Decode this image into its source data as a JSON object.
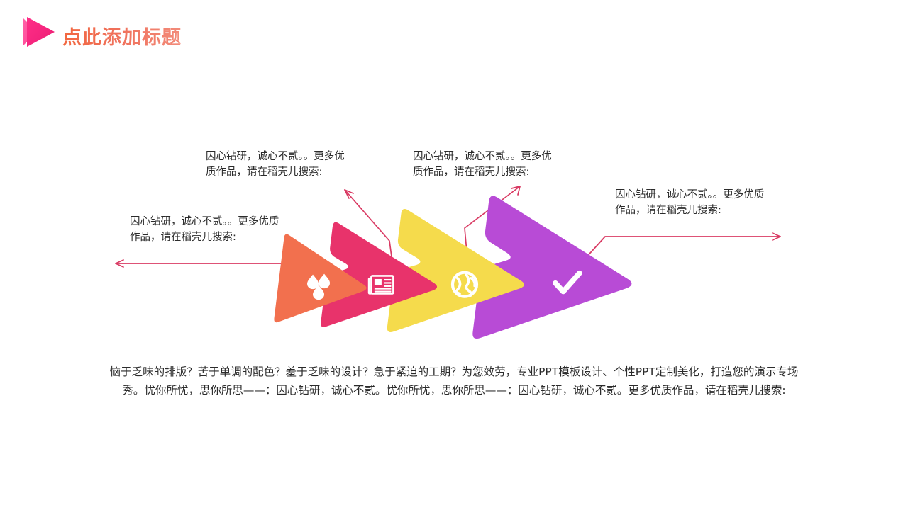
{
  "header": {
    "logo_icon": "play-triangle-icon",
    "title": "点此添加标题",
    "title_color": "#F2673F"
  },
  "diagram": {
    "type": "chevron-process-arrows",
    "steps": [
      {
        "index": 1,
        "color": "#F2704E",
        "icon": "water-drops-icon",
        "callout": "囚心钻研，诚心不贰。。更多优质作品，请在稻壳儿搜索:",
        "connector": "elbow-left-arrow"
      },
      {
        "index": 2,
        "color": "#E8336B",
        "icon": "newspaper-icon",
        "callout": "囚心钻研，诚心不贰。。更多优质作品，请在稻壳儿搜索:",
        "connector": "diagonal-up-left-arrow"
      },
      {
        "index": 3,
        "color": "#F5DB4C",
        "icon": "globe-icon",
        "callout": "囚心钻研，诚心不贰。。更多优质作品，请在稻壳儿搜索:",
        "connector": "elbow-up-right-arrow"
      },
      {
        "index": 4,
        "color": "#B84BD6",
        "icon": "check-icon",
        "callout": "囚心钻研，诚心不贰。。更多优质作品，请在稻壳儿搜索:",
        "connector": "elbow-right-arrow"
      }
    ],
    "connector_color": "#D93A63"
  },
  "body": {
    "paragraph": "恼于乏味的排版？苦于单调的配色？羞于乏味的设计？急于紧迫的工期？为您效劳，专业PPT模板设计、个性PPT定制美化，打造您的演示专场秀。忧你所忧，思你所思——：囚心钻研，诚心不贰。忧你所忧，思你所思——：囚心钻研，诚心不贰。更多优质作品，请在稻壳儿搜索:"
  }
}
